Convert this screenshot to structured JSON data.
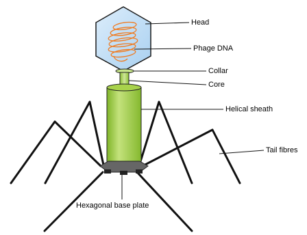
{
  "labels": {
    "head": "Head",
    "phage_dna": "Phage DNA",
    "collar": "Collar",
    "core": "Core",
    "helical_sheath": "Helical sheath",
    "tail_fibres": "Tail fibres",
    "base_plate": "Hexagonal base plate"
  },
  "colors": {
    "head_fill": "#bcdcf5",
    "dna": "#f07a1e",
    "sheath": "#9ccc3c",
    "collar": "#c8e68a",
    "base_plate": "#555555",
    "lines": "#111111"
  }
}
